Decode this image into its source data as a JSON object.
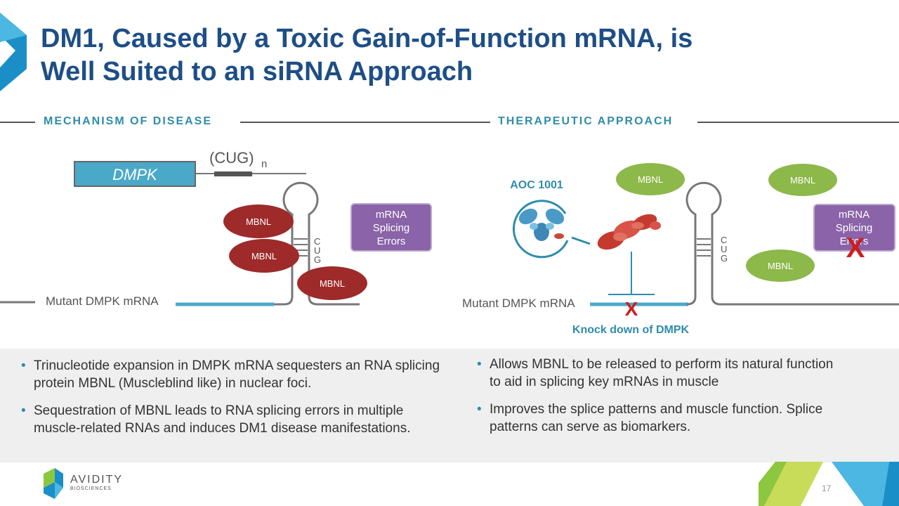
{
  "slide": {
    "title_line1": "DM1, Caused by a Toxic Gain-of-Function mRNA, is",
    "title_line2": "Well Suited to an siRNA Approach",
    "page_number": "17"
  },
  "colors": {
    "title": "#1e4e86",
    "accent_teal": "#2e8dab",
    "mbnl_sequestered": "#9e2a2a",
    "mbnl_free": "#8db84a",
    "splicing_errors_box": "#8a63a8",
    "x_mark": "#cc1f1f",
    "dmpk_box": "#4aa9c9"
  },
  "mechanism": {
    "header": "MECHANISM OF DISEASE",
    "gene_label": "DMPK",
    "cug_label": "(CUG)",
    "cug_subscript": "n",
    "mbnl_labels": [
      "MBNL",
      "MBNL",
      "MBNL"
    ],
    "errors_label_lines": [
      "mRNA",
      "Splicing",
      "Errors"
    ],
    "cug_letters": [
      "C",
      "U",
      "G"
    ],
    "mrna_label": "Mutant DMPK mRNA"
  },
  "therapeutic": {
    "header": "THERAPEUTIC APPROACH",
    "drug_label": "AOC 1001",
    "mbnl_labels": [
      "MBNL",
      "MBNL",
      "MBNL"
    ],
    "errors_label_lines": [
      "mRNA",
      "Splicing",
      "Errors"
    ],
    "cug_letters": [
      "C",
      "U",
      "G"
    ],
    "mrna_label": "Mutant DMPK mRNA",
    "knockdown_label": "Knock down of DMPK",
    "x_mark": "X"
  },
  "bullets_left": [
    "Trinucleotide expansion in DMPK mRNA sequesters an RNA splicing protein MBNL (Muscleblind like) in nuclear foci.",
    "Sequestration of MBNL leads to RNA splicing errors in multiple muscle-related RNAs and induces DM1 disease manifestations."
  ],
  "bullets_right": [
    "Allows MBNL to be released to perform its natural function to aid in splicing key mRNAs in muscle",
    "Improves the splice patterns and muscle function. Splice patterns can serve as biomarkers."
  ],
  "logo": {
    "name": "AVIDITY",
    "sub": "BIOSCIENCES",
    "icon": "avidity-logo-icon"
  }
}
